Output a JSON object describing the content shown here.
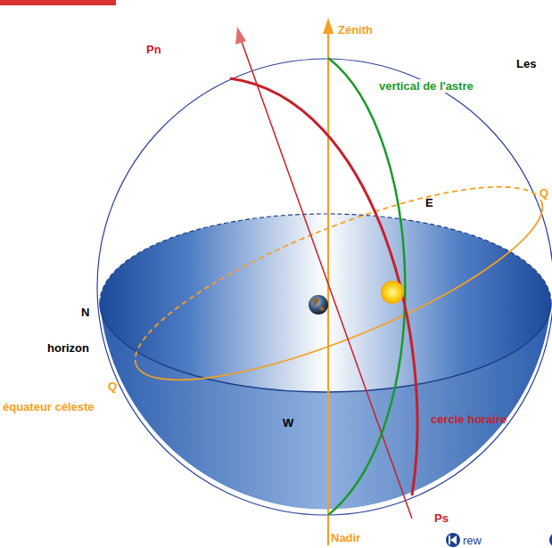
{
  "diagram": {
    "labels": [
      "Pn",
      "Zénith",
      "Les",
      "vertical de l'astre",
      "E",
      "N",
      "horizon",
      "Q'",
      "équateur céleste",
      "W",
      "cercle horaire",
      "Ps",
      "Nadir",
      "rew",
      "Q"
    ]
  }
}
